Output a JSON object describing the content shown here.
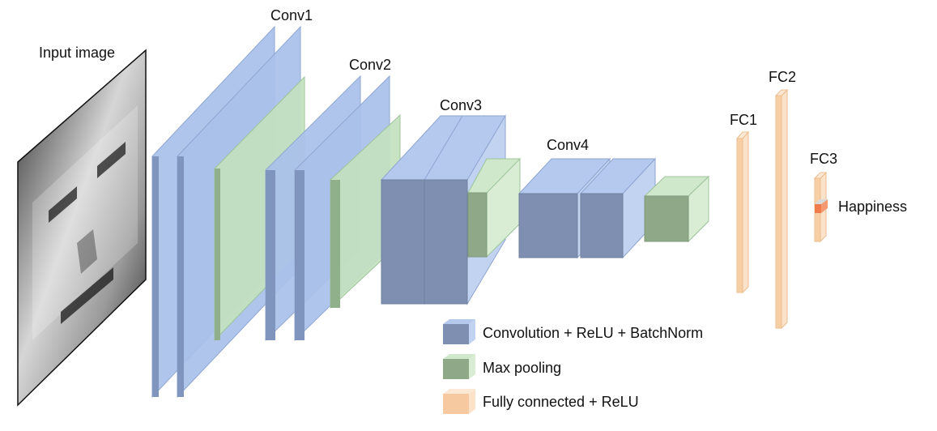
{
  "labels": {
    "input": "Input image",
    "conv1": "Conv1",
    "conv2": "Conv2",
    "conv3": "Conv3",
    "conv4": "Conv4",
    "fc1": "FC1",
    "fc2": "FC2",
    "fc3": "FC3",
    "output": "Happiness"
  },
  "legend": [
    {
      "key": "conv",
      "label": "Convolution + ReLU + BatchNorm"
    },
    {
      "key": "pool",
      "label": "Max pooling"
    },
    {
      "key": "fc",
      "label": "Fully connected + ReLU"
    }
  ],
  "colors": {
    "conv": "#a9c0e9",
    "pool": "#c3e1bf",
    "fc": "#f7cfa5",
    "output_highlight": "#ef7b4b",
    "stroke_conv": "#8fa6d2",
    "stroke_pool": "#9cc49a",
    "stroke_fc": "#ebbd8f"
  }
}
